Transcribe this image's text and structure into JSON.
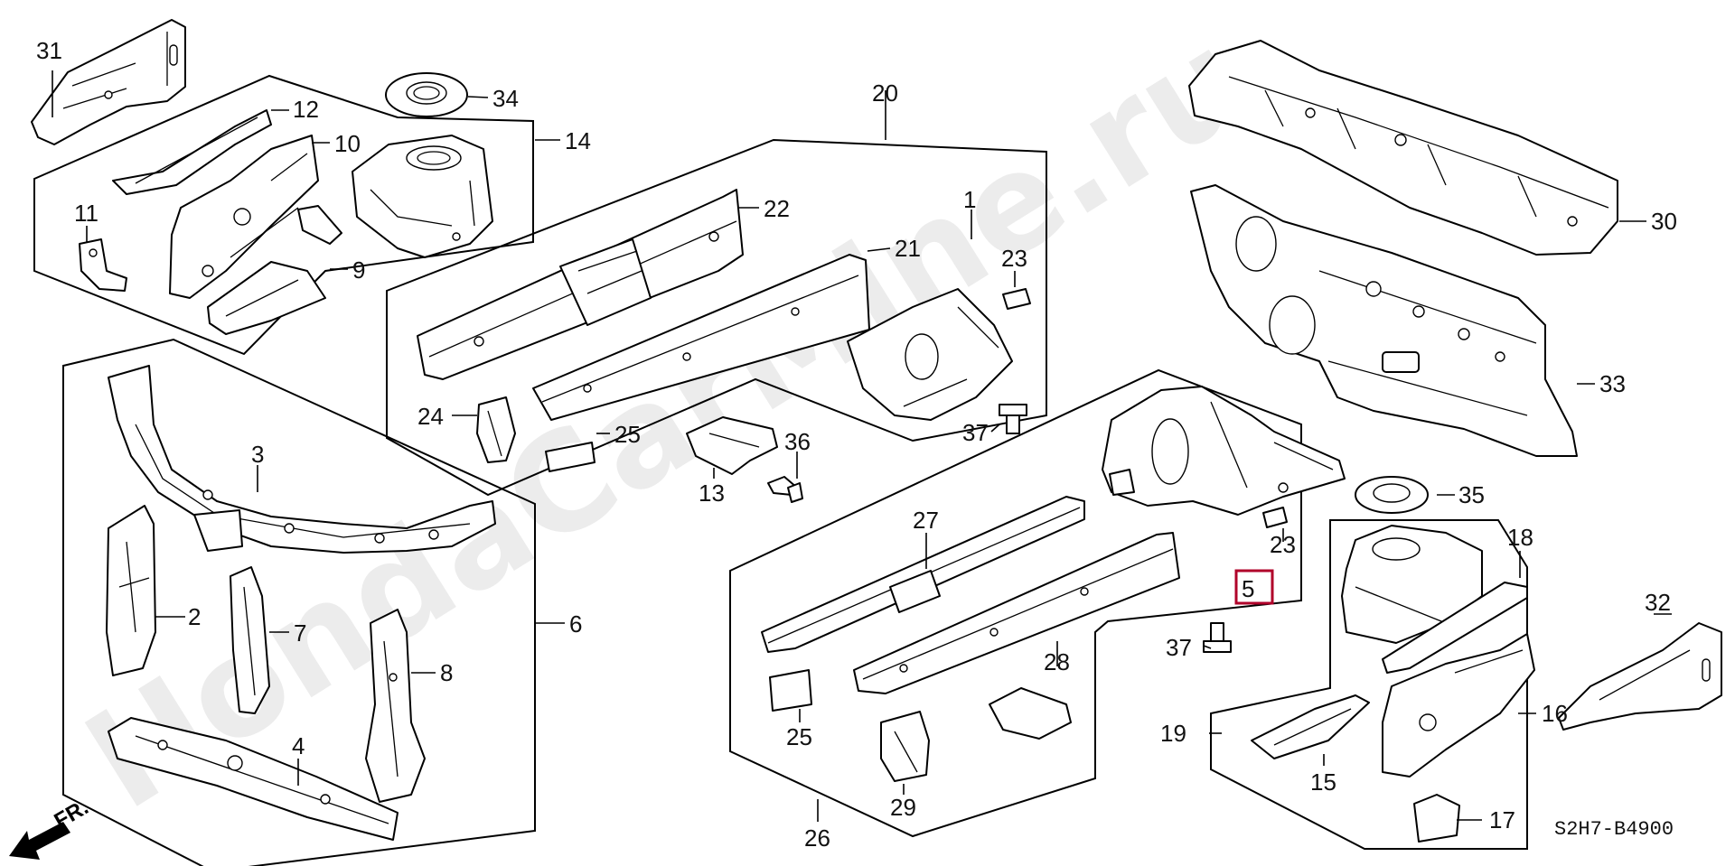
{
  "watermark": "HondaCarMine.ru",
  "diagram_code": "S2H7-B4900",
  "direction_label": "FR.",
  "highlight_color": "#b0002a",
  "callouts": {
    "c1": "1",
    "c2": "2",
    "c3": "3",
    "c4": "4",
    "c5": "5",
    "c6": "6",
    "c7": "7",
    "c8": "8",
    "c9": "9",
    "c10": "10",
    "c11": "11",
    "c12": "12",
    "c13": "13",
    "c14": "14",
    "c15": "15",
    "c16": "16",
    "c17": "17",
    "c18": "18",
    "c19": "19",
    "c20": "20",
    "c21": "21",
    "c22": "22",
    "c23a": "23",
    "c23b": "23",
    "c24": "24",
    "c25a": "25",
    "c25b": "25",
    "c26": "26",
    "c27": "27",
    "c28": "28",
    "c29": "29",
    "c30": "30",
    "c31": "31",
    "c32": "32",
    "c33": "33",
    "c34": "34",
    "c35": "35",
    "c36": "36",
    "c37a": "37",
    "c37b": "37"
  }
}
